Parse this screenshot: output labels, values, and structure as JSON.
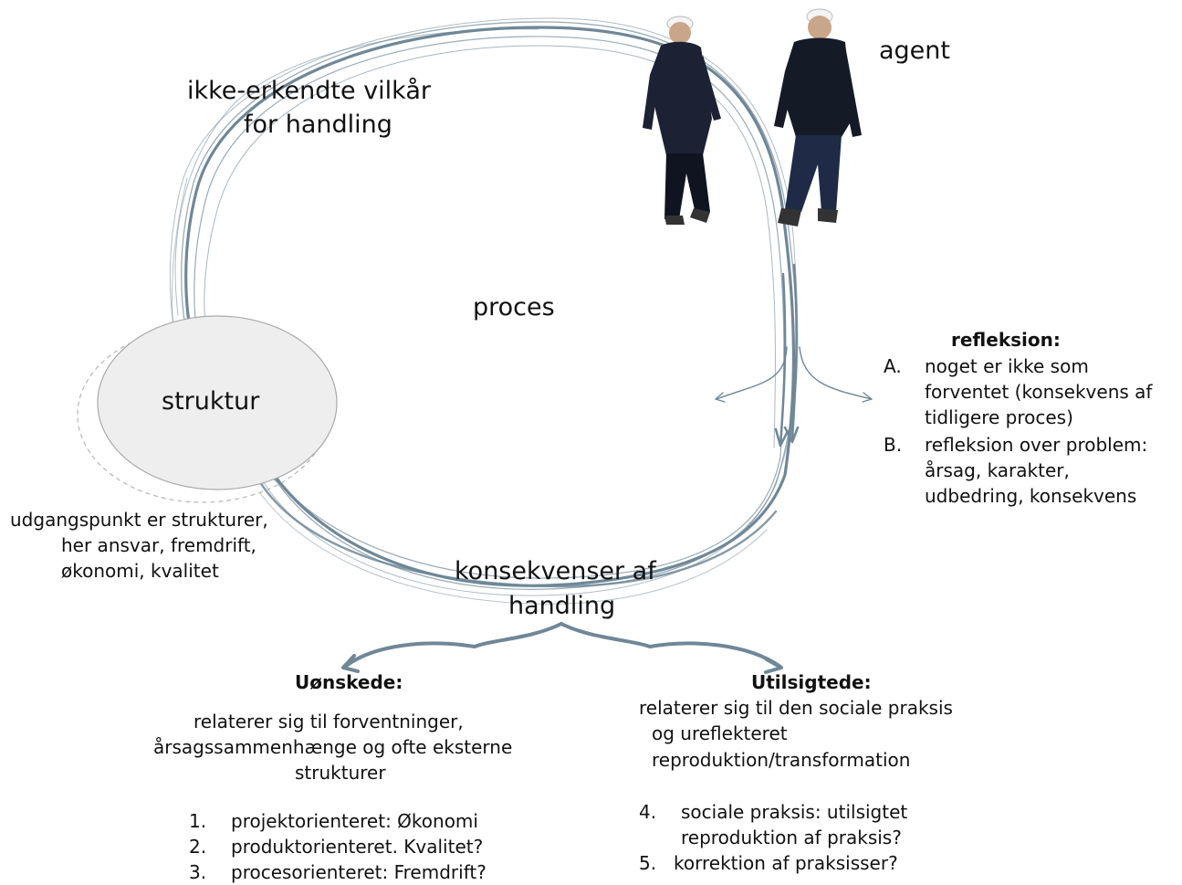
{
  "labels": {
    "agent": "agent",
    "unacknowledged_line1": "ikke-erkendte vilkår",
    "unacknowledged_line2": "for handling",
    "process": "proces",
    "structure": "struktur",
    "consequences_line1": "konsekvenser af",
    "consequences_line2": "handling"
  },
  "start_note": {
    "line1": "udgangspunkt er strukturer,",
    "line2": "her ansvar, fremdrift,",
    "line3": "økonomi, kvalitet"
  },
  "reflection": {
    "title": "refleksion:",
    "items": [
      {
        "marker": "A.",
        "lines": [
          "noget er ikke som",
          "forventet (konsekvens af",
          "tidligere proces)"
        ]
      },
      {
        "marker": "B.",
        "lines": [
          "refleksion over problem:",
          "årsag, karakter,",
          "udbedring, konsekvens"
        ]
      }
    ]
  },
  "desired": {
    "title": "Uønskede:",
    "desc_lines": [
      "relaterer sig til forventninger,",
      "årsagssammenhænge og ofte eksterne",
      "strukturer"
    ],
    "items": [
      {
        "marker": "1.",
        "text": "projektorienteret: Økonomi"
      },
      {
        "marker": "2.",
        "text": "produktorienteret. Kvalitet?"
      },
      {
        "marker": "3.",
        "text": "procesorienteret: Fremdrift?"
      }
    ]
  },
  "unintended": {
    "title": "Utilsigtede:",
    "desc_lines": [
      "relaterer sig til den sociale praksis",
      "og ureflekteret",
      "reproduktion/transformation"
    ],
    "items": [
      {
        "marker": "4.",
        "lines": [
          "sociale praksis: utilsigtet",
          "reproduktion af praksis?"
        ]
      },
      {
        "marker": "5.",
        "lines": [
          "korrektion af praksisser?"
        ]
      }
    ]
  },
  "colors": {
    "loop": "#6f8797",
    "ellipse_fill": "#eeeeee",
    "ellipse_stroke": "#a9a9a9"
  }
}
